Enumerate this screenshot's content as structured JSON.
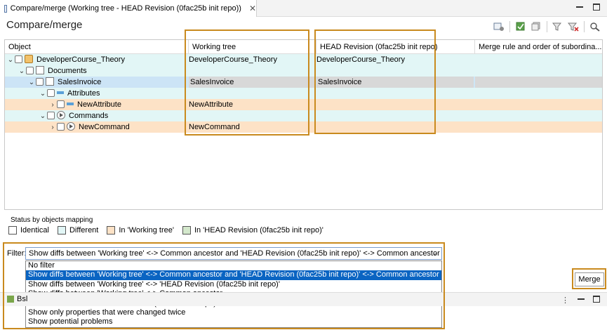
{
  "tab": {
    "label": "Compare/merge (Working tree - HEAD Revision (0fac25b init repo))",
    "close": "✕"
  },
  "title": "Compare/merge",
  "columns": [
    "Object",
    "Working tree",
    "HEAD Revision (0fac25b init repo)",
    "Merge rule and order of subordina..."
  ],
  "rows": [
    {
      "name": "DeveloperCourse_Theory",
      "working": "DeveloperCourse_Theory",
      "head": "DeveloperCourse_Theory"
    },
    {
      "name": "Documents",
      "working": "",
      "head": ""
    },
    {
      "name": "SalesInvoice",
      "working": "SalesInvoice",
      "head": "SalesInvoice"
    },
    {
      "name": "Attributes",
      "working": "",
      "head": ""
    },
    {
      "name": "NewAttribute",
      "working": "NewAttribute",
      "head": ""
    },
    {
      "name": "Commands",
      "working": "",
      "head": ""
    },
    {
      "name": "NewCommand",
      "working": "NewCommand",
      "head": ""
    }
  ],
  "legend": {
    "title": "Status by objects mapping",
    "items": [
      {
        "label": "Identical",
        "color": "#ffffff"
      },
      {
        "label": "Different",
        "color": "#e2f6f6"
      },
      {
        "label": "In 'Working tree'",
        "color": "#fde2c6"
      },
      {
        "label": "In 'HEAD Revision (0fac25b init repo)'",
        "color": "#d4e8cc"
      }
    ]
  },
  "filter": {
    "label": "Filter:",
    "selected": "Show diffs between 'Working tree' <-> Common ancestor and 'HEAD Revision (0fac25b init repo)' <-> Common ancestor",
    "options": [
      "No filter",
      "Show diffs between 'Working tree' <-> Common ancestor and 'HEAD Revision (0fac25b init repo)' <-> Common ancestor",
      "Show diffs between 'Working tree' <-> 'HEAD Revision (0fac25b init repo)'",
      "Show diffs between 'Working tree' <-> Common ancestor",
      "Show diffs between 'HEAD Revision (0fac25b init repo)' <-> Common ancestor",
      "Show only properties that were changed twice",
      "Show potential problems"
    ]
  },
  "merge_button": "Merge",
  "bottom_tab": {
    "label": "Bsl"
  }
}
